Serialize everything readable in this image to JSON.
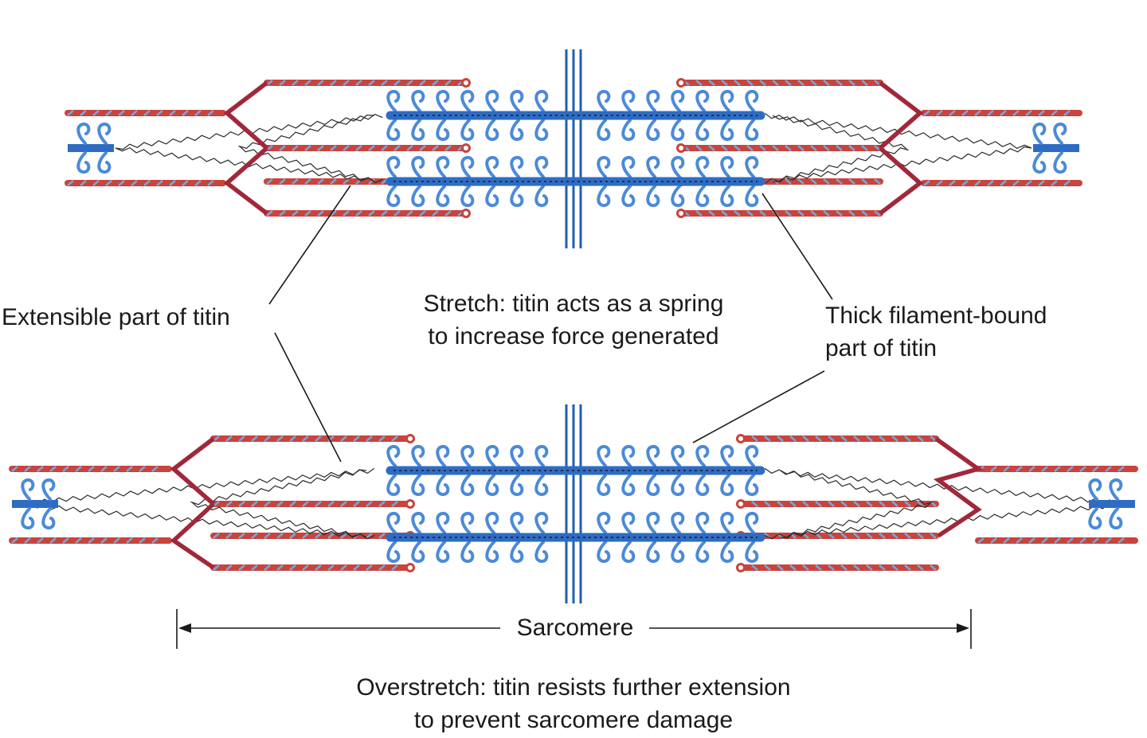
{
  "labels": {
    "stretch_line1": "Stretch: titin acts as a spring",
    "stretch_line2": "to increase force generated",
    "extensible": "Extensible part of titin",
    "thick_bound_line1": "Thick filament-bound",
    "thick_bound_line2": "part of titin",
    "sarcomere": "Sarcomere",
    "overstretch_line1": "Overstretch: titin resists further extension",
    "overstretch_line2": "to prevent sarcomere damage"
  },
  "colors": {
    "thin_filament": "#c8443c",
    "thin_highlight": "#7aa6d8",
    "z_disc": "#a0283a",
    "thick_filament": "#2e6cc4",
    "myosin_head": "#4b8ad8",
    "m_line": "#1f5fb0",
    "titin": "#2a2a2a",
    "text": "#1a1a1a"
  }
}
